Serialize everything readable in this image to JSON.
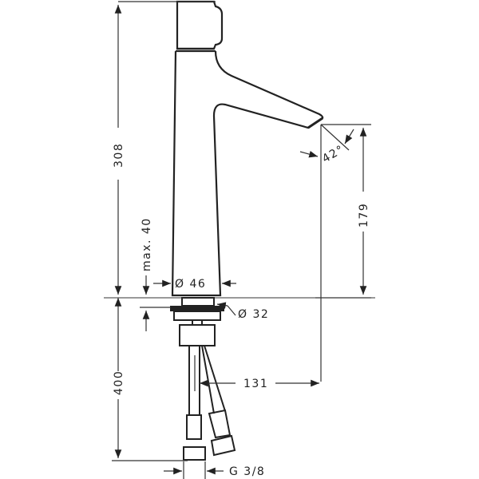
{
  "drawing": {
    "subject": "single-lever basin faucet technical drawing",
    "colors": {
      "line": "#222222",
      "dim": "#333333",
      "background": "#ffffff"
    },
    "dimensions": {
      "total_height": "308",
      "spout_height": "179",
      "below_deck": "400",
      "max_deck_thickness": "max. 40",
      "body_diameter": "Ø 46",
      "shank_diameter": "Ø 32",
      "spout_reach": "131",
      "connection_thread": "G 3/8",
      "spout_angle": "42°"
    }
  }
}
